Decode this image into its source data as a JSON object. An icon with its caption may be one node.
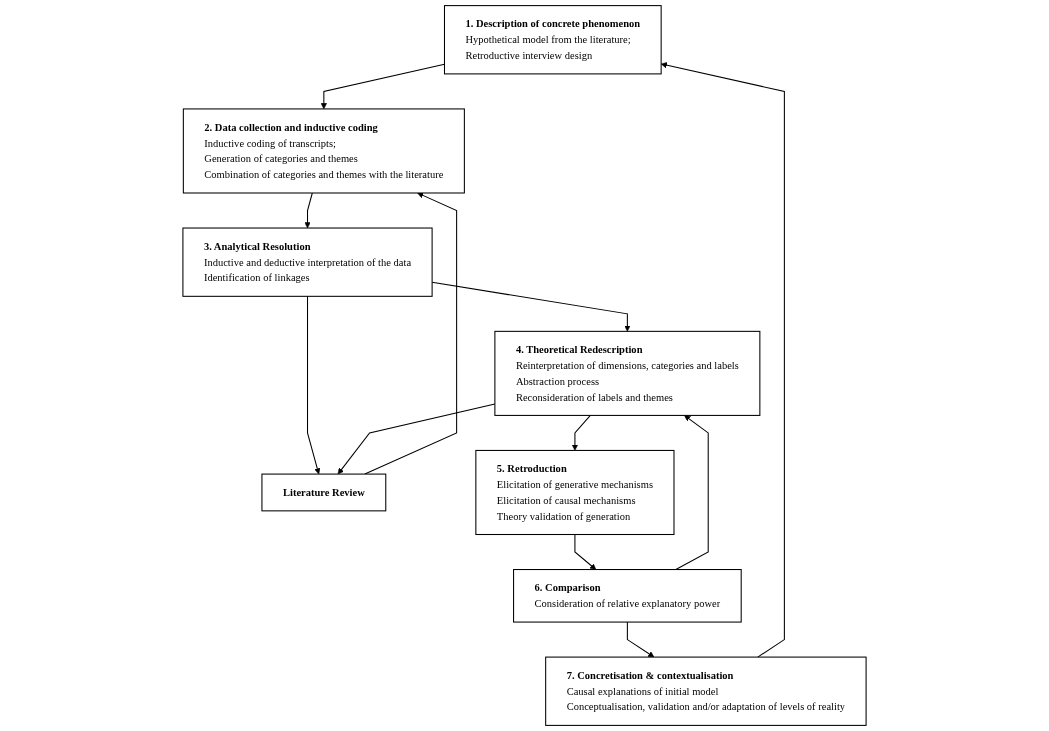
{
  "diagram": {
    "nodes": [
      {
        "text": [
          "1. Description of concrete phenomenon",
          "Hypothetical model from the literature;",
          "Retroductive interview design"
        ]
      },
      {
        "text": [
          "2. Data collection and inductive coding",
          "Inductive coding of transcripts;",
          "Generation of categories and themes",
          "Combination of categories and themes with the literature"
        ]
      },
      {
        "text": [
          "Literature Review"
        ]
      },
      {
        "text": [
          "3. Analytical Resolution",
          "Inductive and deductive interpretation of the data",
          "Identification of linkages"
        ]
      },
      {
        "text": [
          "4. Theoretical Redescription",
          "Reinterpretation of dimensions, categories and labels",
          "Abstraction process",
          "Reconsideration of labels and themes"
        ]
      },
      {
        "text": [
          "5. Retroduction",
          "Elicitation of generative mechanisms",
          "Elicitation of causal mechanisms",
          "Theory validation of generation"
        ]
      },
      {
        "text": [
          "6. Comparison",
          "Consideration of relative explanatory power"
        ]
      },
      {
        "text": [
          "7. Concretisation & contextualisation",
          "Causal explanations of initial model",
          "Conceptualisation, validation and/or adaptation of levels of reality"
        ]
      }
    ],
    "edges": [
      {
        "from": 0,
        "to": 1,
        "arrow": "to"
      },
      {
        "from": 2,
        "to": 1,
        "arrow": "to"
      },
      {
        "from": 1,
        "to": 3,
        "arrow": "to"
      },
      {
        "from": 3,
        "to": 4,
        "arrow": "to"
      },
      {
        "from": 3,
        "to": 2,
        "arrow": "to"
      },
      {
        "from": 4,
        "to": 2,
        "arrow": "to"
      },
      {
        "from": 4,
        "to": 5,
        "arrow": "to"
      },
      {
        "from": 5,
        "to": 6,
        "arrow": "to"
      },
      {
        "from": 6,
        "to": 7,
        "arrow": "to"
      },
      {
        "from": 6,
        "to": 4,
        "arrow": "to"
      },
      {
        "from": 7,
        "to": 0,
        "arrow": "to"
      }
    ]
  }
}
